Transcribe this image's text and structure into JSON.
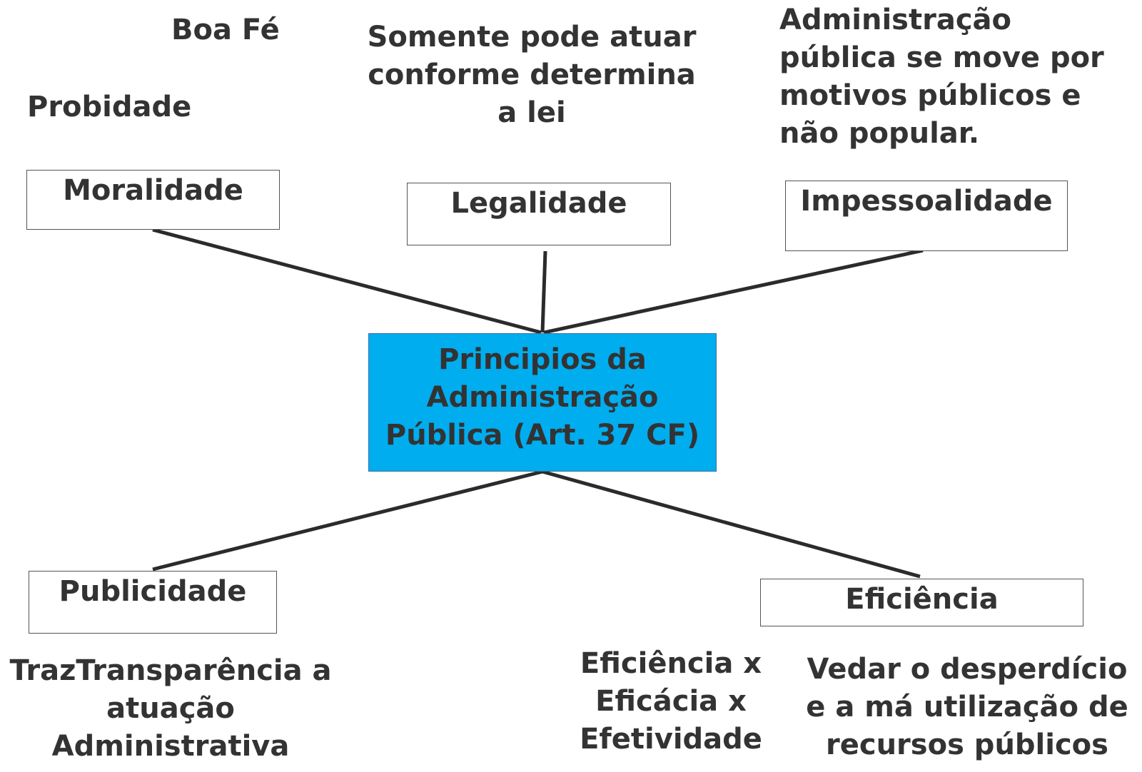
{
  "colors": {
    "center_fill": "#00adef",
    "connector": "#2b2b2b",
    "text": "#333333"
  },
  "center": {
    "label": "Principios da\nAdministração\nPública (Art. 37 CF)"
  },
  "principles": {
    "moralidade": {
      "label": "Moralidade",
      "notes": [
        "Boa Fé",
        "Probidade"
      ]
    },
    "legalidade": {
      "label": "Legalidade",
      "notes": [
        "Somente pode atuar\nconforme determina\na lei"
      ]
    },
    "impessoalidade": {
      "label": "Impessoalidade",
      "notes": [
        "Administração\npública se move por\nmotivos públicos e\nnão popular."
      ]
    },
    "publicidade": {
      "label": "Publicidade",
      "notes": [
        "TrazTransparência a\natuação\nAdministrativa"
      ]
    },
    "eficiencia": {
      "label": "Eficiência",
      "notes": [
        "Eficiência  x\nEficácia x\nEfetividade",
        "Vedar o desperdício\ne a má utilização de\nrecursos públicos"
      ]
    }
  }
}
